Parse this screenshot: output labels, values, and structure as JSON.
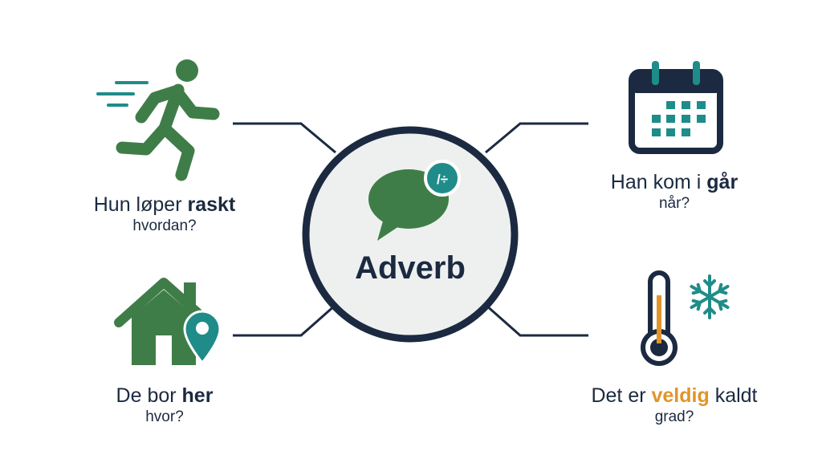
{
  "center": {
    "label": "Adverb",
    "badge_text": "/÷"
  },
  "examples": [
    {
      "sentence_pre": "Hun løper ",
      "adverb": "raskt",
      "sentence_post": "",
      "question": "hvordan?",
      "icon": "running-person-icon"
    },
    {
      "sentence_pre": "Han kom i ",
      "adverb": "går",
      "sentence_post": "",
      "question": "når?",
      "icon": "calendar-icon"
    },
    {
      "sentence_pre": "De bor ",
      "adverb": "her",
      "sentence_post": "",
      "question": "hvor?",
      "icon": "house-location-icon"
    },
    {
      "sentence_pre": "Det er ",
      "adverb": "veldig",
      "sentence_post": " kaldt",
      "question": "grad?",
      "icon": "thermometer-snowflake-icon"
    }
  ],
  "colors": {
    "navy": "#1b2a41",
    "green": "#3f7d48",
    "teal": "#1f8c89",
    "orange": "#e0952a",
    "circle_fill": "#eef0ef"
  }
}
